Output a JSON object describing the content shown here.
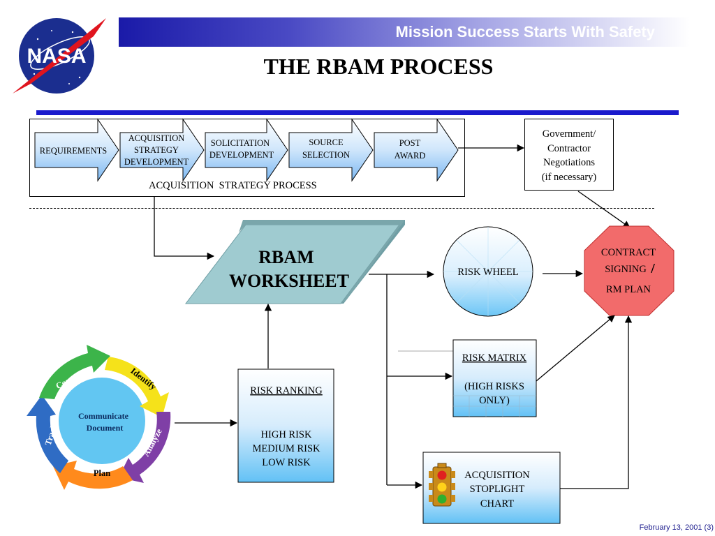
{
  "banner_text": "Mission Success Starts With Safety",
  "title": "THE RBAM PROCESS",
  "logo_text": "NASA",
  "acquisition": {
    "steps": [
      "REQUIREMENTS",
      "ACQUISITION STRATEGY DEVELOPMENT",
      "SOLICITATION DEVELOPMENT",
      "SOURCE SELECTION",
      "POST AWARD"
    ],
    "label": "ACQUISITION  STRATEGY PROCESS"
  },
  "negotiations": [
    "Government/",
    "Contractor",
    "Negotiations",
    "(if necessary)"
  ],
  "worksheet": [
    "RBAM",
    "WORKSHEET"
  ],
  "risk_wheel": "RISK WHEEL",
  "contract": {
    "line1": "CONTRACT",
    "line2": "SIGNING",
    "slash": "/",
    "line3": "RM PLAN"
  },
  "risk_matrix": {
    "title": "RISK MATRIX",
    "body": [
      "(HIGH RISKS",
      "ONLY)"
    ]
  },
  "risk_ranking": {
    "title": "RISK RANKING",
    "items": [
      "HIGH RISK",
      "MEDIUM RISK",
      "LOW RISK"
    ]
  },
  "stoplight": [
    "ACQUISITION",
    "STOPLIGHT",
    "CHART"
  ],
  "cycle": {
    "center": [
      "Communicate",
      "Document"
    ],
    "segments": [
      "Identify",
      "Analyze",
      "Plan",
      "Track",
      "Control"
    ],
    "colors": [
      "#ffe000",
      "#7b3fa8",
      "#ff8a1c",
      "#2f6cc4",
      "#3cb44a"
    ]
  },
  "footer": "February 13, 2001 (3)"
}
